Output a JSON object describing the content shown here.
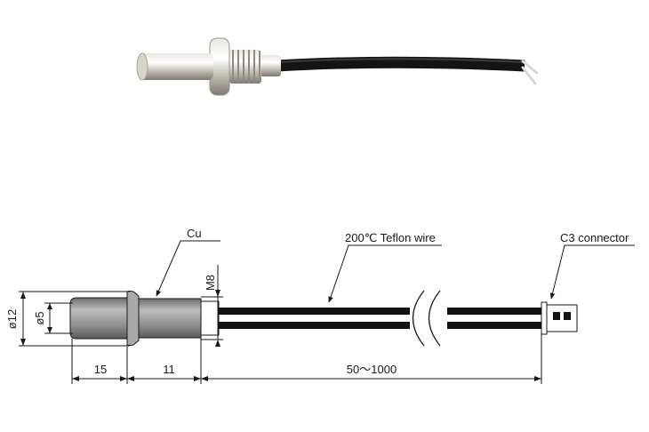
{
  "drawing": {
    "callouts": {
      "cu": "Cu",
      "wire": "200℃ Teflon wire",
      "connector": "C3 connector",
      "thread": "M8"
    },
    "dimensions": {
      "head_diameter": "ø12",
      "probe_diameter": "ø5",
      "probe_length": "15",
      "thread_length": "11",
      "cable_length": "50～1000"
    }
  },
  "colors": {
    "line": "#1a1a1a",
    "probe_gray": "#8a8a8a",
    "wire_black": "#111111",
    "metal": "#c9c6bd"
  }
}
